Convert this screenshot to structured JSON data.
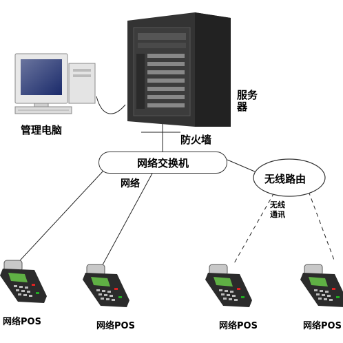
{
  "labels": {
    "computer": "管理电脑",
    "server": "服务器",
    "firewall": "防火墙",
    "switch": "网络交换机",
    "network": "网络",
    "router": "无线路由",
    "wireless": "无线通讯"
  },
  "pos_terminals": [
    {
      "label": "网络POS"
    },
    {
      "label": "网络POS"
    },
    {
      "label": "网络POS"
    },
    {
      "label": "网络POS"
    }
  ]
}
